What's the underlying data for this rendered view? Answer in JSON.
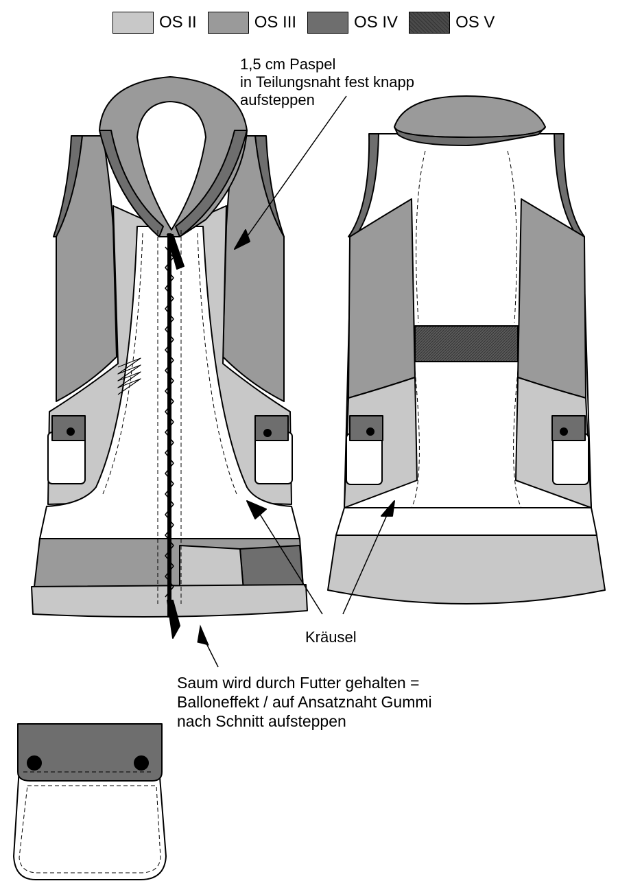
{
  "legend": [
    {
      "label": "OS II",
      "color": "#c8c8c8"
    },
    {
      "label": "OS III",
      "color": "#9a9a9a"
    },
    {
      "label": "OS IV",
      "color": "#6e6e6e"
    },
    {
      "label": "OS V",
      "color": "#4a4a4a"
    }
  ],
  "annotations": {
    "paspel": [
      "1,5 cm Paspel",
      "in Teilungsnaht fest knapp",
      "aufsteppen"
    ],
    "kraeusel": "Kräusel",
    "saum": [
      "Saum wird durch Futter gehalten =",
      "Balloneffekt / auf Ansatznaht Gummi",
      "nach Schnitt aufsteppen"
    ]
  }
}
